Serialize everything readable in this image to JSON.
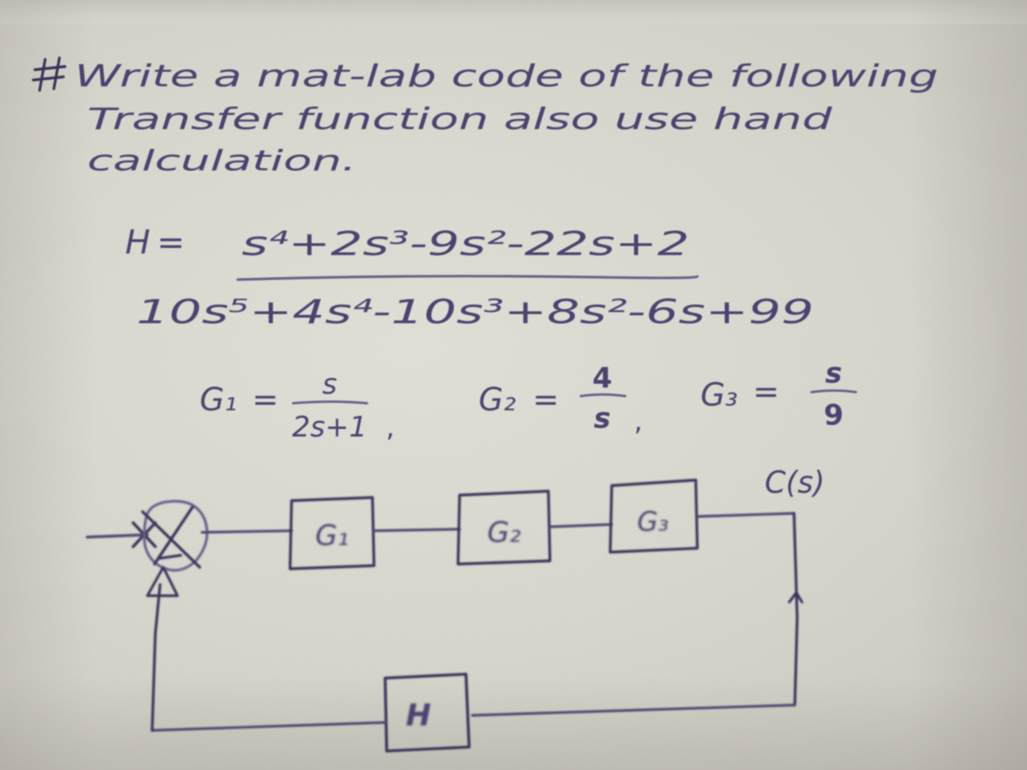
{
  "document": {
    "type": "handwritten-note",
    "medium": "blue-violet ballpoint pen on grey-white paper",
    "ink_color": "#4e4270",
    "paper_color": "#dcd9d1"
  },
  "prompt": {
    "bullet": "#",
    "line1": "Write a mat-lab code of the following",
    "line2": "Transfer function also use hand",
    "line3": "calculation."
  },
  "transfer_function": {
    "name": "H",
    "equals": "=",
    "numerator": "s⁴+2s³-9s²-22s+2",
    "denominator": "10s⁵+4s⁴-10s³+8s²-6s+99",
    "numerator_terms": [
      {
        "coefficient": "1",
        "variable": "s",
        "power": "4",
        "sign": "+"
      },
      {
        "coefficient": "2",
        "variable": "s",
        "power": "3",
        "sign": "+"
      },
      {
        "coefficient": "9",
        "variable": "s",
        "power": "2",
        "sign": "-"
      },
      {
        "coefficient": "22",
        "variable": "s",
        "power": "1",
        "sign": "-"
      },
      {
        "coefficient": "2",
        "variable": "",
        "power": "0",
        "sign": "+"
      }
    ],
    "denominator_terms": [
      {
        "coefficient": "10",
        "variable": "s",
        "power": "5",
        "sign": "+"
      },
      {
        "coefficient": "4",
        "variable": "s",
        "power": "4",
        "sign": "+"
      },
      {
        "coefficient": "10",
        "variable": "s",
        "power": "3",
        "sign": "-"
      },
      {
        "coefficient": "8",
        "variable": "s",
        "power": "2",
        "sign": "+"
      },
      {
        "coefficient": "6",
        "variable": "s",
        "power": "1",
        "sign": "-"
      },
      {
        "coefficient": "99",
        "variable": "",
        "power": "0",
        "sign": "+"
      }
    ]
  },
  "gains": [
    {
      "name": "G₁",
      "equals": "=",
      "numerator": "s",
      "denominator": "2s+1",
      "trailing": ","
    },
    {
      "name": "G₂",
      "equals": "=",
      "numerator": "4",
      "denominator": "s",
      "trailing": ","
    },
    {
      "name": "G₃",
      "equals": "=",
      "numerator": "s",
      "denominator": "9",
      "trailing": ""
    }
  ],
  "block_diagram": {
    "summing_junction": {
      "symbol": "⊗",
      "sign_label": "-"
    },
    "input_arrow": "input-arrow",
    "blocks": [
      {
        "label": "G₁",
        "role": "forward-path"
      },
      {
        "label": "G₂",
        "role": "forward-path"
      },
      {
        "label": "G₃",
        "role": "forward-path"
      },
      {
        "label": "H",
        "role": "feedback-path"
      }
    ],
    "output_label": "C(s)",
    "feedback_arrow": "feedback-arrow"
  }
}
